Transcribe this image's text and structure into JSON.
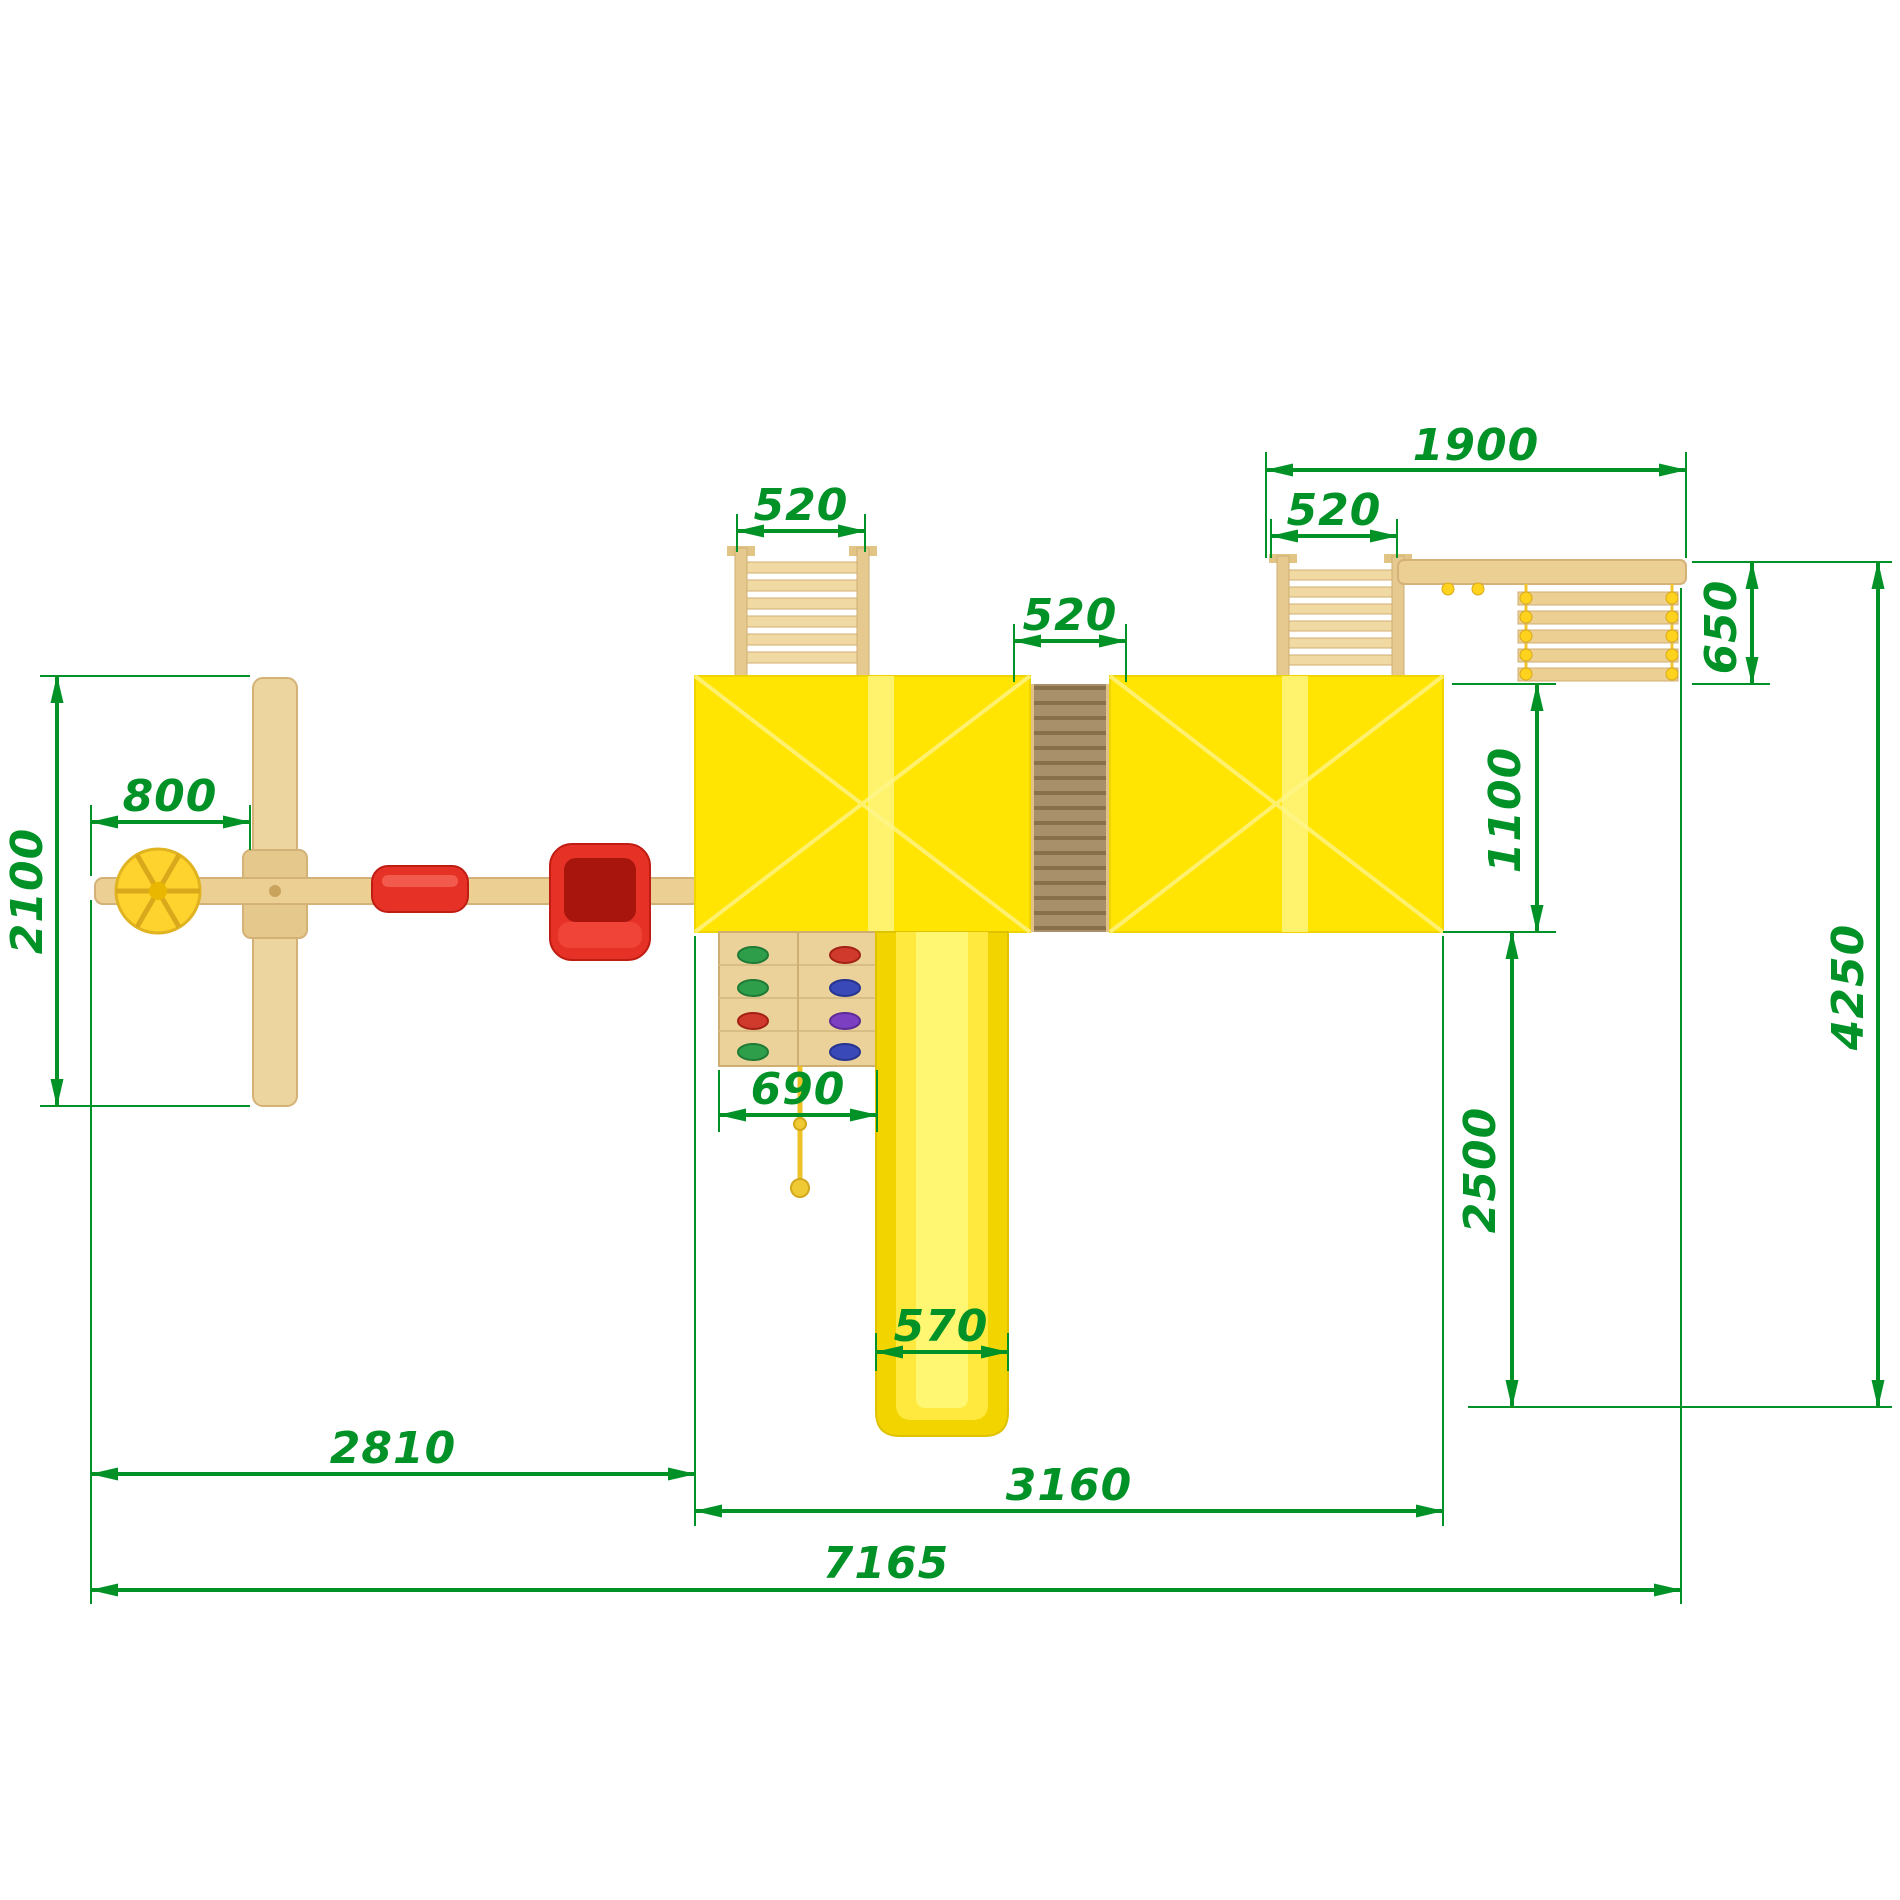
{
  "drawing": {
    "type": "top-view dimensioned technical drawing of a wooden playground set",
    "dimensions": {
      "beam_overhang": "1900",
      "tower1_ladder_width": "520",
      "tower2_ladder_width": "520",
      "bridge_width": "520",
      "rung_ladder_depth": "650",
      "tower_depth": "1100",
      "disc_swing_offset": "800",
      "swing_frame_depth": "2100",
      "climbing_wall_width": "690",
      "slide_width": "570",
      "slide_section_depth": "2500",
      "total_depth": "4250",
      "swing_section_length": "2810",
      "tower_section_length": "3160",
      "total_length": "7165"
    },
    "colors": {
      "dimension_green": "#009127",
      "roof_yellow": "#ffe501",
      "slide_yellow": "#ffe93e",
      "wood_tan": "#eccf93",
      "bridge_wood": "#a8906a",
      "accent_red": "#e63226",
      "disc_swing_yellow": "#ffd32e",
      "hold_green": "#2f9e4a",
      "hold_red": "#d03a2c",
      "hold_blue": "#3949b8",
      "hold_purple": "#7d3fc1"
    }
  }
}
